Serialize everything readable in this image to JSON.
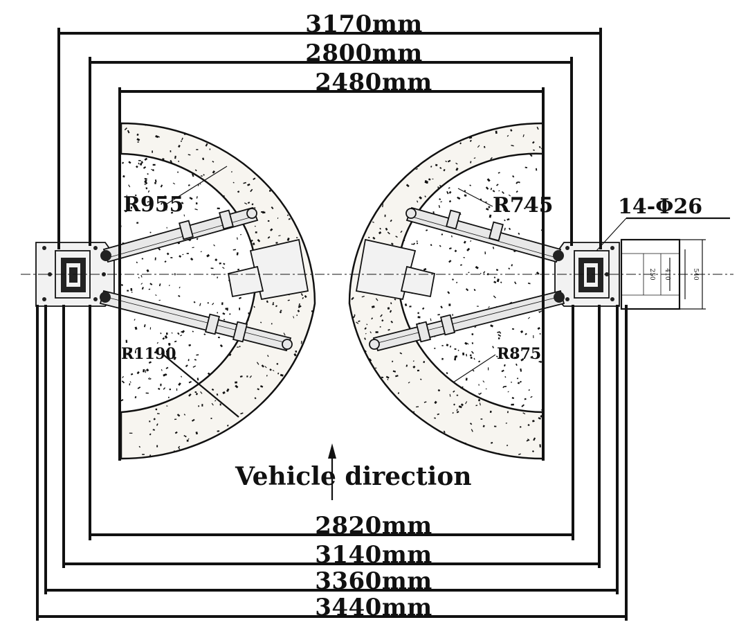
{
  "dimensions": {
    "top": [
      "3170mm",
      "2800mm",
      "2480mm"
    ],
    "bottom": [
      "2820mm",
      "3140mm",
      "3360mm",
      "3440mm"
    ]
  },
  "radii": {
    "upper_left": "R955",
    "upper_right": "R745",
    "lower_left": "R1190",
    "lower_right": "R875"
  },
  "holes_label": "14-Φ26",
  "direction_label": "Vehicle direction",
  "small_dims": [
    "250",
    "410",
    "540"
  ]
}
